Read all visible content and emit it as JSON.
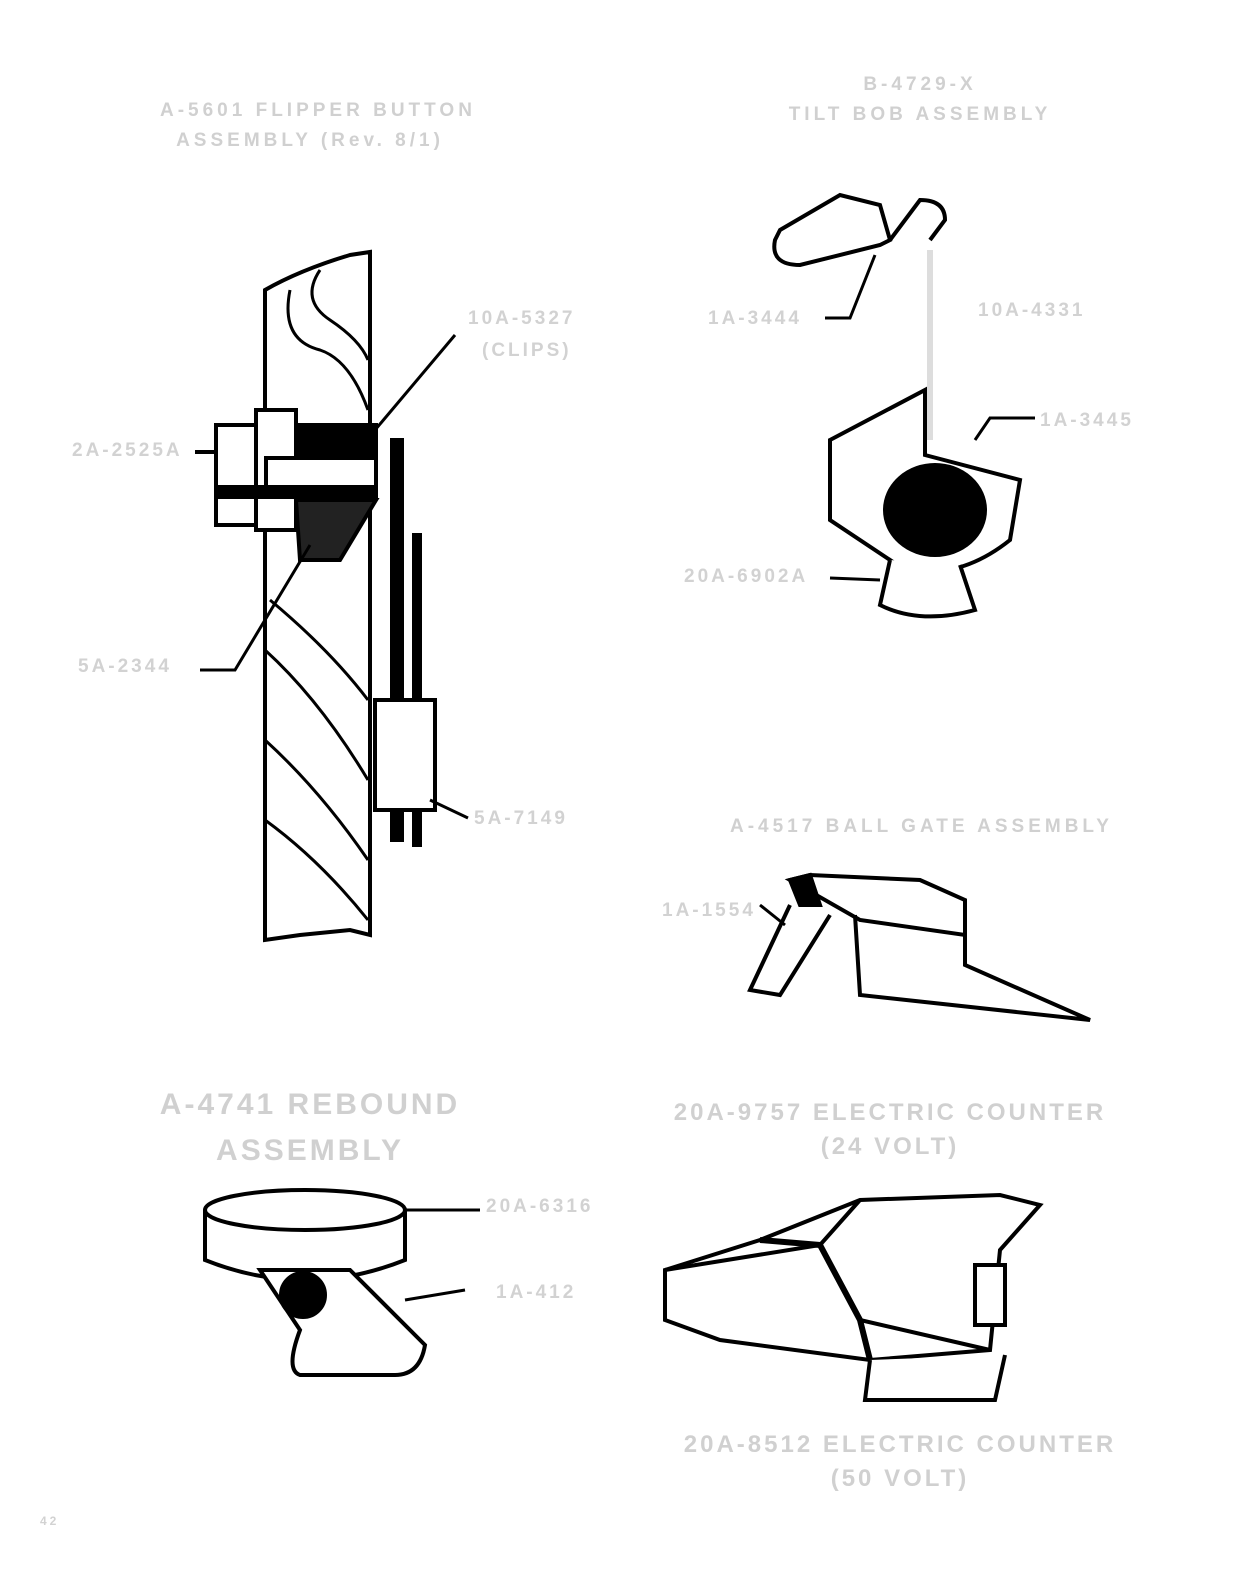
{
  "flipper_button": {
    "title_line1": "A-5601 FLIPPER BUTTON",
    "title_line2": "ASSEMBLY (Rev. 8/1)",
    "parts": [
      "2A-2525A",
      "10A-5327",
      "(CLIPS)",
      "5A-2344",
      "5A-7149"
    ]
  },
  "tilt_bob": {
    "title_line1": "B-4729-X",
    "title_line2": "TILT BOB ASSEMBLY",
    "parts": [
      "1A-3444",
      "10A-4331",
      "1A-3445",
      "20A-6902A"
    ]
  },
  "ball_gate": {
    "title": "A-4517 BALL GATE ASSEMBLY",
    "parts": [
      "1A-1554"
    ]
  },
  "rebound": {
    "title_line1": "A-4741 REBOUND",
    "title_line2": "ASSEMBLY",
    "parts": [
      "20A-6316",
      "1A-412"
    ]
  },
  "counter": {
    "title_24_line1": "20A-9757 ELECTRIC COUNTER",
    "title_24_line2": "(24 VOLT)",
    "title_50_line1": "20A-8512 ELECTRIC COUNTER",
    "title_50_line2": "(50 VOLT)"
  },
  "page_number": "42"
}
